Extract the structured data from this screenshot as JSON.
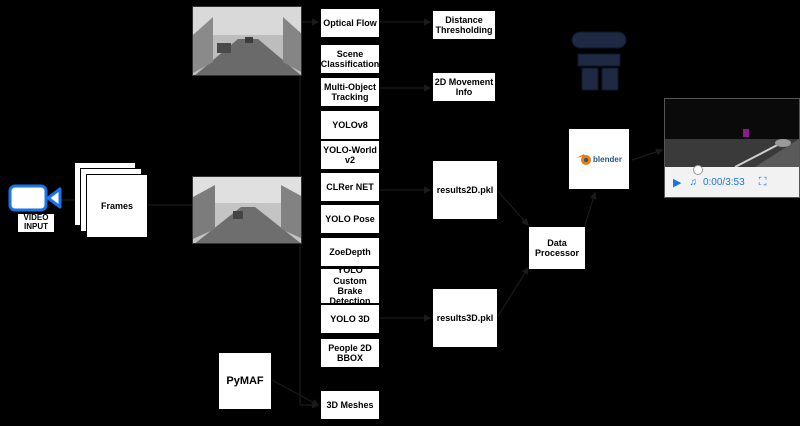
{
  "input": {
    "label": "VIDEO INPUT"
  },
  "frames": {
    "label": "Frames"
  },
  "modules": [
    "Optical Flow",
    "Scene Classification",
    "Multi-Object Tracking",
    "YOLOv8",
    "YOLO-World v2",
    "CLRer NET",
    "YOLO Pose",
    "ZoeDepth",
    "YOLO Custom Brake Detection",
    "YOLO 3D",
    "People 2D BBOX",
    "3D Meshes"
  ],
  "pymaf": {
    "label": "PyMAF"
  },
  "mid": {
    "distance": "Distance Thresholding",
    "movement": "2D Movement Info",
    "results2d": "results2D.pkl",
    "results3d": "results3D.pkl"
  },
  "processor": {
    "label": "Data Processor"
  },
  "blender": {
    "label": "blender"
  },
  "player": {
    "time": "0:00/3:53"
  }
}
